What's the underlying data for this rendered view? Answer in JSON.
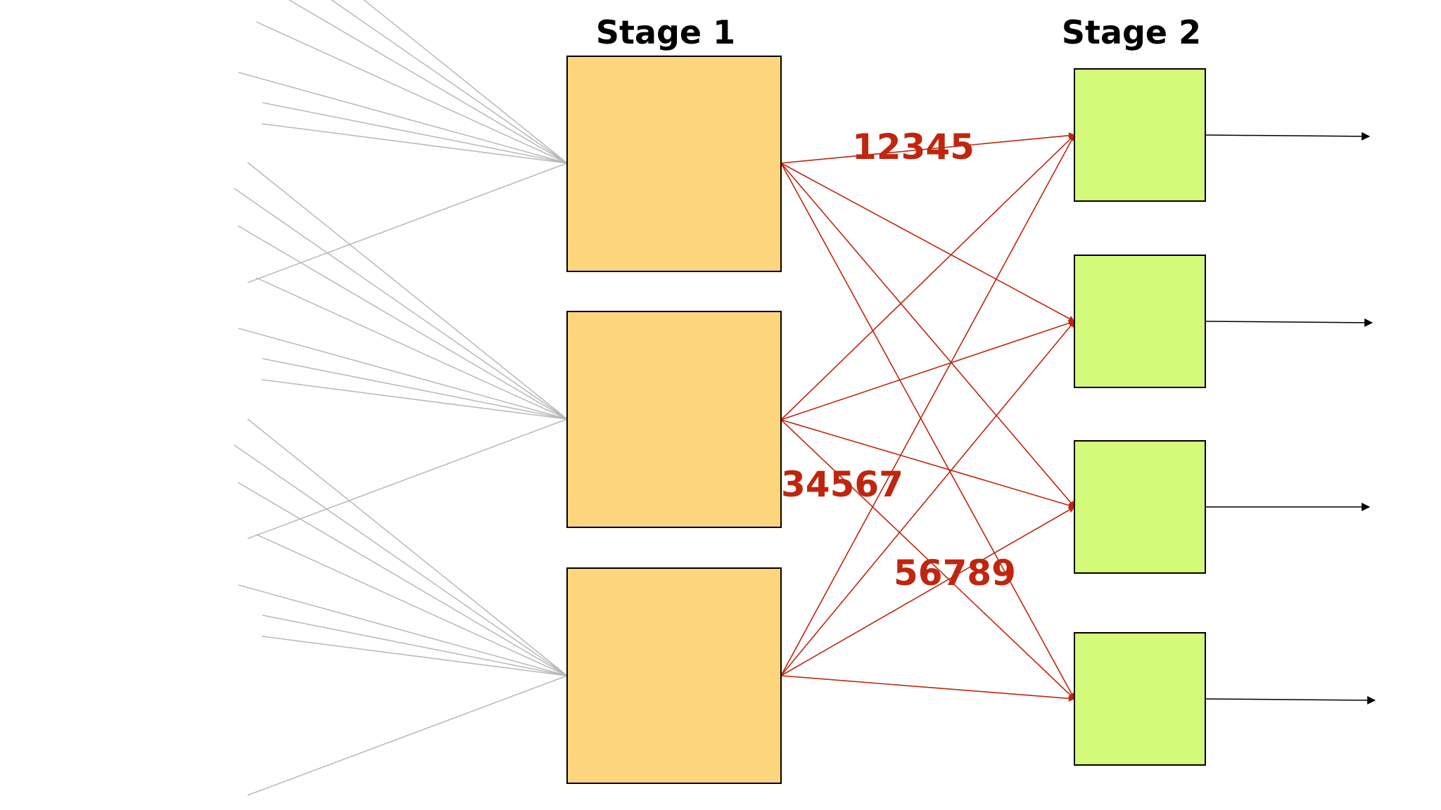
{
  "diagram": {
    "stage1": {
      "title": "Stage 1",
      "box_count": 3,
      "fill_color": "#FDD57C"
    },
    "stage2": {
      "title": "Stage 2",
      "box_count": 4,
      "fill_color": "#D4FA7A"
    },
    "labels": {
      "label_a": "12345",
      "label_b": "34567",
      "label_c": "56789"
    },
    "colors": {
      "input_lines": "#B8B8B8",
      "shuffle_edges": "#C0250E",
      "label_text": "#C0250E",
      "outputs": "#000000",
      "box_border": "#000000"
    }
  }
}
